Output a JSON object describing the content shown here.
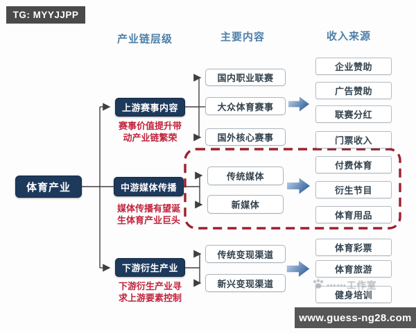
{
  "badges": {
    "telegram": "TG: MYYJJPP",
    "website": "www.guess-ng28.com"
  },
  "headers": {
    "col1": "产业链层级",
    "col2": "主要内容",
    "col3": "收入来源"
  },
  "root": {
    "label": "体育产业"
  },
  "levels": [
    {
      "label": "上游赛事内容",
      "note": [
        "赛事价值提升带",
        "动产业链繁荣"
      ]
    },
    {
      "label": "中游媒体传播",
      "note": [
        "媒体传播有望诞",
        "生体育产业巨头"
      ]
    },
    {
      "label": "下游衍生产业",
      "note": [
        "下游衍生产业寻",
        "求上游要素控制"
      ]
    }
  ],
  "content": {
    "upstream": [
      "国内职业联赛",
      "大众体育赛事",
      "国外核心赛事"
    ],
    "midstream": [
      "传统媒体",
      "新媒体"
    ],
    "downstream": [
      "传统变现渠道",
      "新兴变现渠道"
    ]
  },
  "income": {
    "upstream": [
      "企业赞助",
      "广告赞助",
      "联赛分红",
      "门票收入"
    ],
    "midstream": [
      "付费体育",
      "衍生节目",
      "体育用品"
    ],
    "downstream": [
      "体育彩票",
      "体育旅游",
      "健身培训"
    ]
  },
  "watermark": {
    "text": "⋯⋯工作室"
  },
  "colors": {
    "navy": "#1d3a5d",
    "note_red": "#c0243d",
    "dashed_red": "#9e1f2e",
    "header_blue": "#4e7fa8",
    "arrow_light": "#c4d5e9",
    "arrow_dark": "#35659f",
    "badge_gray": "#4a4a4a",
    "website_gray": "#565656"
  }
}
